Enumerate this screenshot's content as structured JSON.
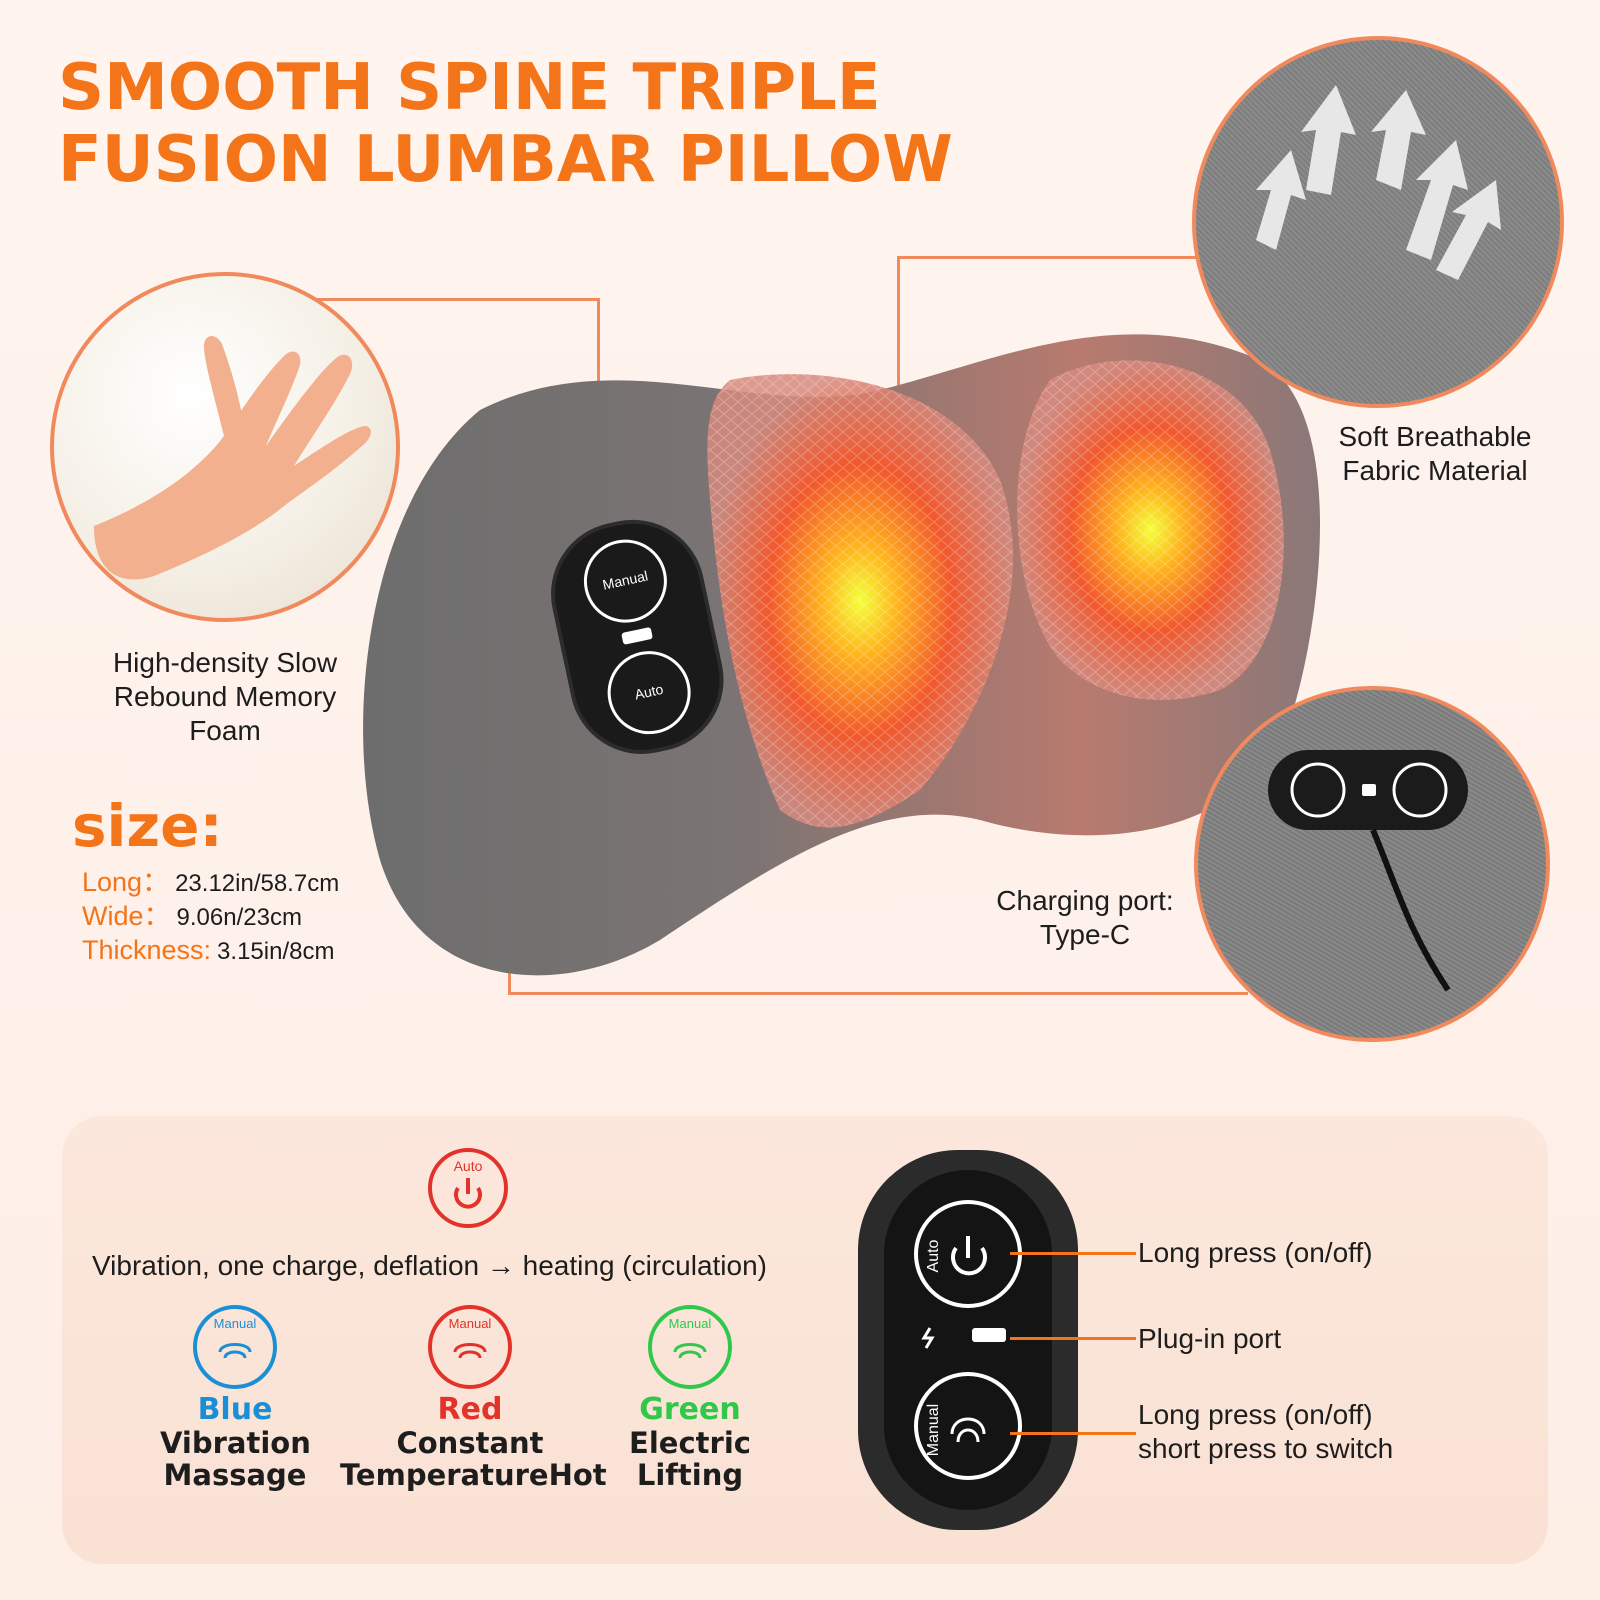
{
  "title": {
    "line1": "SMOOTH SPINE TRIPLE",
    "line2": "FUSION LUMBAR PILLOW"
  },
  "features": {
    "foam_label": [
      "High-density Slow",
      "Rebound Memory",
      "Foam"
    ],
    "fabric_label": [
      "Soft Breathable",
      "Fabric Material"
    ],
    "port_label": [
      "Charging port:",
      "Type-C"
    ]
  },
  "size": {
    "heading": "size:",
    "rows": [
      {
        "key": "Long：",
        "value": "23.12in/58.7cm"
      },
      {
        "key": "Wide：",
        "value": "9.06n/23cm"
      },
      {
        "key": "Thickness:",
        "value": "3.15in/8cm"
      }
    ]
  },
  "controller": {
    "manual_label": "Manual",
    "auto_label": "Auto"
  },
  "panel": {
    "auto_icon_label": "Auto",
    "intro": "Vibration, one charge, deflation → heating (circulation)",
    "modes": [
      {
        "icon_label": "Manual",
        "name": "Blue",
        "desc": [
          "Vibration",
          "Massage"
        ],
        "color": "#1b8fd6"
      },
      {
        "icon_label": "Manual",
        "name": "Red",
        "desc": [
          "Constant",
          "TemperatureHot"
        ],
        "color": "#e3322a"
      },
      {
        "icon_label": "Manual",
        "name": "Green",
        "desc": [
          "Electric",
          "Lifting"
        ],
        "color": "#2fc84a"
      }
    ],
    "callouts": {
      "auto": "Long press (on/off)",
      "port": "Plug-in port",
      "manual_line1": "Long press (on/off)",
      "manual_line2": "short press to switch"
    },
    "device_auto_label": "Auto",
    "device_manual_label": "Manual"
  },
  "colors": {
    "accent": "#f47419",
    "connector": "#f08a5d",
    "blue": "#1b8fd6",
    "red": "#e3322a",
    "green": "#2fc84a"
  }
}
